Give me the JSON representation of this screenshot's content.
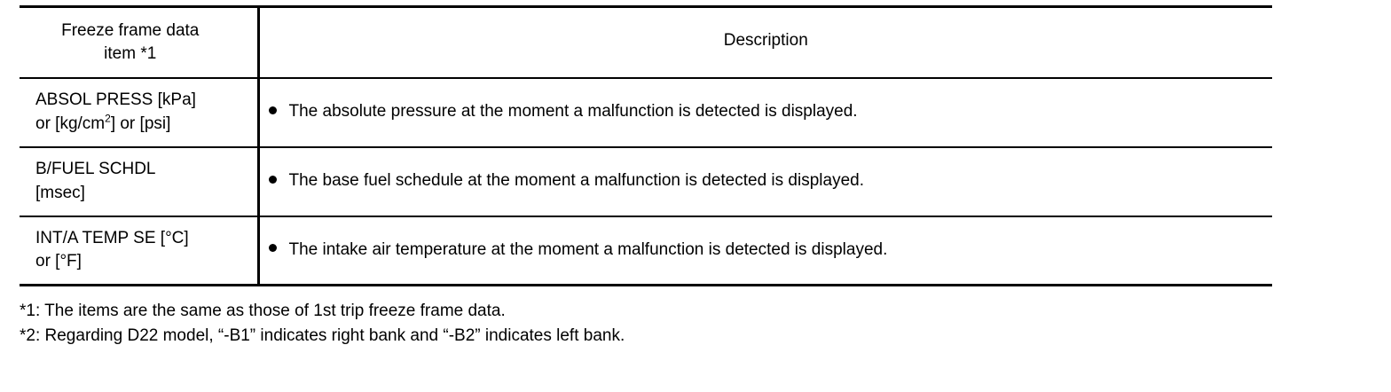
{
  "table": {
    "header": {
      "item_line1": "Freeze frame data",
      "item_line2": "item *1",
      "description": "Description"
    },
    "rows": [
      {
        "item_line1": "ABSOL PRESS [kPa]",
        "item_line2_pre": "or [kg/cm",
        "item_line2_sup": "2",
        "item_line2_post": "] or [psi]",
        "description": "The absolute pressure at the moment a malfunction is detected is displayed."
      },
      {
        "item_line1": "B/FUEL SCHDL",
        "item_line2": "[msec]",
        "description": "The base fuel schedule at the moment a malfunction is detected is displayed."
      },
      {
        "item_line1": "INT/A TEMP SE [°C]",
        "item_line2": "or [°F]",
        "description": "The intake air temperature at the moment a malfunction is detected is displayed."
      }
    ]
  },
  "notes": [
    "*1: The items are the same as those of 1st trip freeze frame data.",
    "*2: Regarding D22 model, “-B1” indicates right bank and “-B2” indicates left bank."
  ]
}
